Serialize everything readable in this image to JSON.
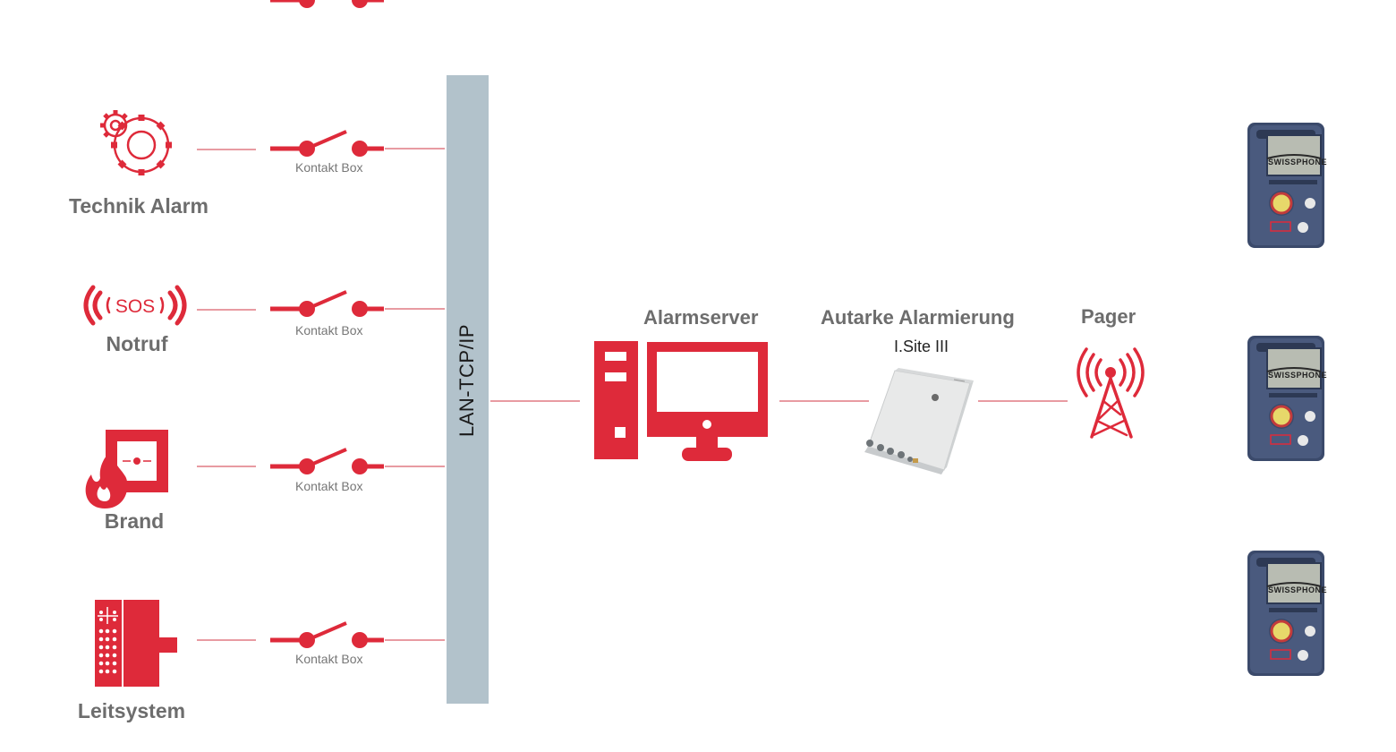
{
  "sources": [
    {
      "label": "Technik Alarm",
      "icon": "gears-icon"
    },
    {
      "label": "Notruf",
      "icon": "sos-icon"
    },
    {
      "label": "Brand",
      "icon": "fire-alarm-icon"
    },
    {
      "label": "Leitsystem",
      "icon": "control-panel-icon"
    }
  ],
  "switch_label": "Kontakt Box",
  "bus_label": "LAN-TCP/IP",
  "alarmserver": {
    "title": "Alarmserver",
    "icon": "computer-icon"
  },
  "autark": {
    "title": "Autarke Alarmierung",
    "subtitle": "I.Site III",
    "icon": "enclosure-box-icon"
  },
  "pager": {
    "title": "Pager",
    "icon": "antenna-tower-icon",
    "device_brand": "SWISSPHONE",
    "device_icon": "pager-device-icon"
  },
  "colors": {
    "accent": "#de2a3a",
    "line": "#e07a84",
    "bus": "#b2c2cb",
    "label": "#6d6d6d"
  }
}
